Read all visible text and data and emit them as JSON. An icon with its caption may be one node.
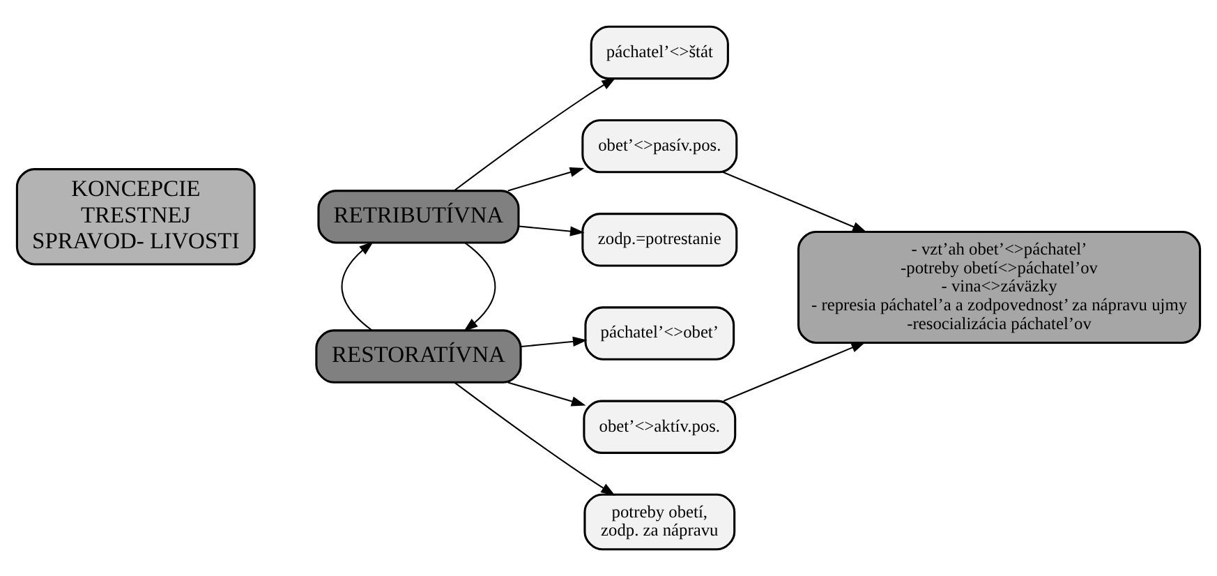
{
  "diagram": {
    "nodes": [
      {
        "text": [
          "KONCEPCIE",
          "TRESTNEJ",
          "SPRAVOD- LIVOSTI"
        ]
      },
      {
        "text": [
          "RETRIBUTÍVNA"
        ]
      },
      {
        "text": [
          "RESTORATÍVNA"
        ]
      },
      {
        "text": [
          "páchatel’<>štát"
        ]
      },
      {
        "text": [
          "obet’<>pasív.pos."
        ]
      },
      {
        "text": [
          "zodp.=potrestanie"
        ]
      },
      {
        "text": [
          "páchatel’<>obet’"
        ]
      },
      {
        "text": [
          "obet’<>aktív.pos."
        ]
      },
      {
        "text": [
          "potreby obetí,",
          "zodp. za nápravu"
        ]
      },
      {
        "text": [
          "- vzt’ah obet’<>páchatel’",
          "-potreby obetí<>páchatel’ov",
          "- vina<>záväzky",
          "- represia páchatel’a a zodpovednost’ za nápravu ujmy",
          "-resocializácia páchatel’ov"
        ]
      }
    ],
    "edges": [
      {
        "from": 1,
        "to": 3,
        "arrow": "to"
      },
      {
        "from": 1,
        "to": 4,
        "arrow": "to"
      },
      {
        "from": 1,
        "to": 5,
        "arrow": "to"
      },
      {
        "from": 1,
        "to": 2,
        "arrow": "to"
      },
      {
        "from": 2,
        "to": 1,
        "arrow": "to"
      },
      {
        "from": 2,
        "to": 6,
        "arrow": "to"
      },
      {
        "from": 2,
        "to": 7,
        "arrow": "to"
      },
      {
        "from": 2,
        "to": 8,
        "arrow": "to"
      },
      {
        "from": 4,
        "to": 9,
        "arrow": "to"
      },
      {
        "from": 7,
        "to": 9,
        "arrow": "to"
      }
    ]
  }
}
